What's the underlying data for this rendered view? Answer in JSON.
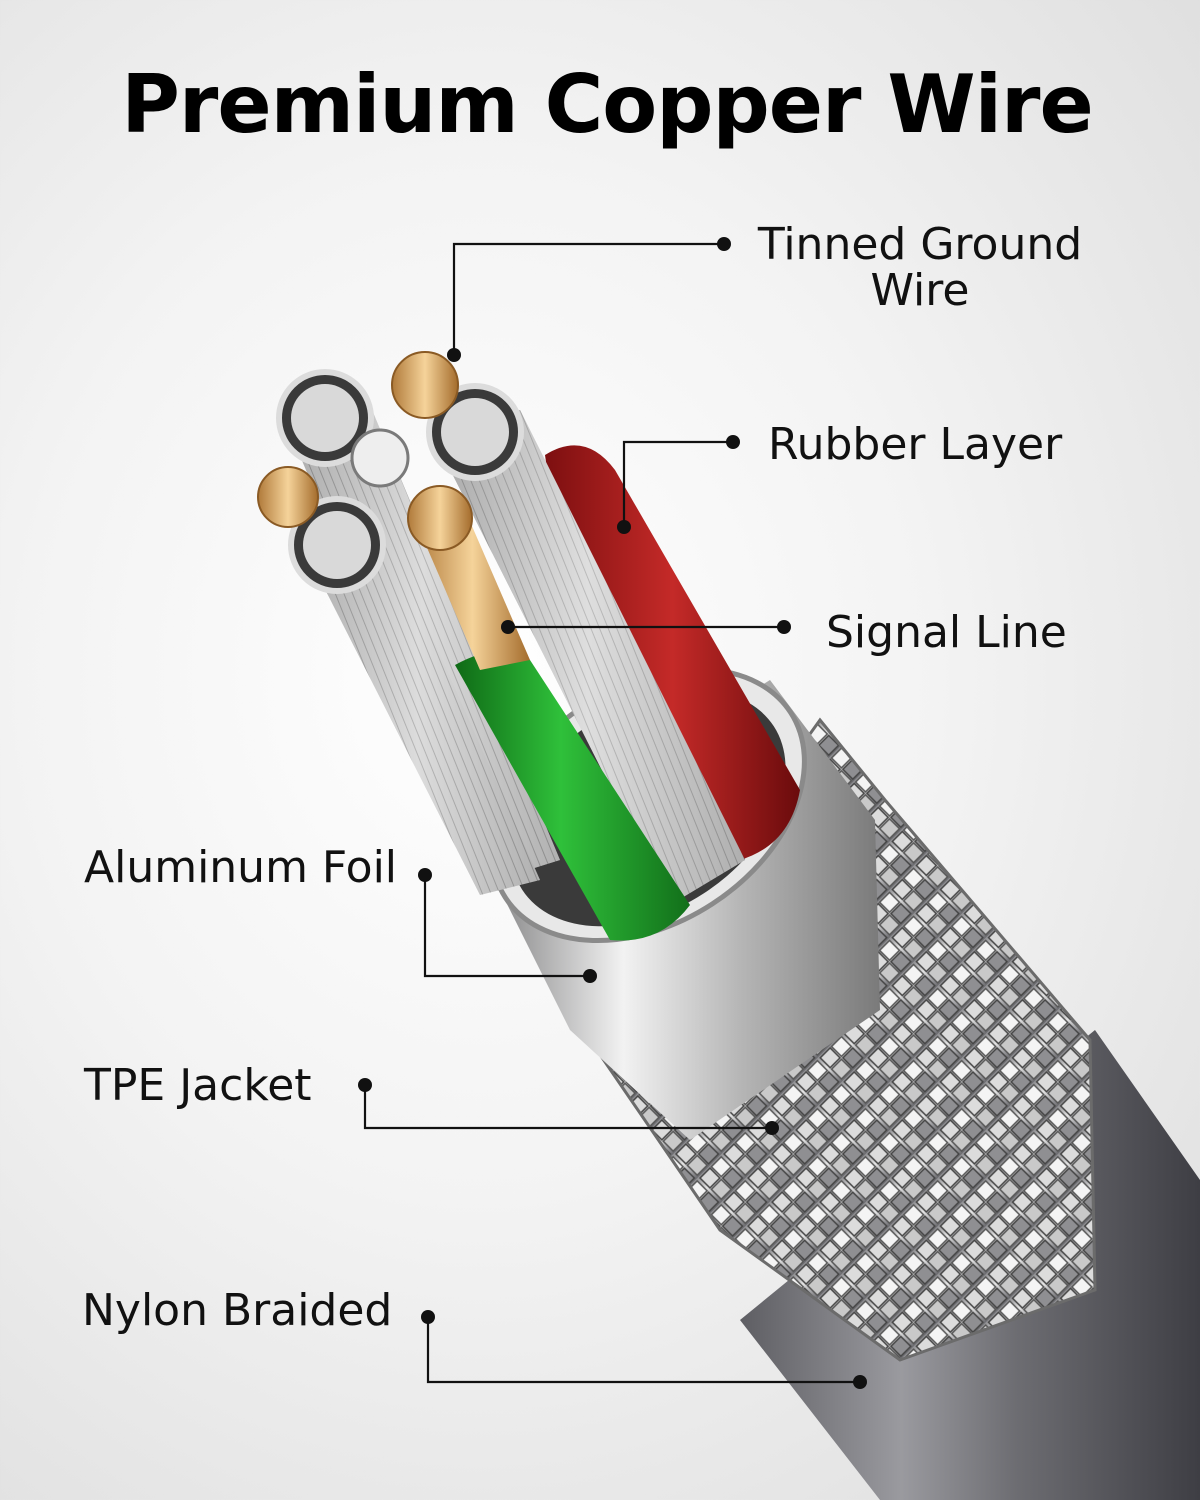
{
  "title": "Premium Copper Wire",
  "labels": {
    "tinned_ground_wire_line1": "Tinned Ground",
    "tinned_ground_wire_line2": "Wire",
    "rubber_layer": "Rubber Layer",
    "signal_line": "Signal Line",
    "aluminum_foil": "Aluminum Foil",
    "tpe_jacket": "TPE Jacket",
    "nylon_braided": "Nylon Braided"
  },
  "colors": {
    "background": "#f3f3f3",
    "text": "#111111",
    "leader_line": "#111111",
    "copper": "#e3b77a",
    "tinned": "#c9c9c9",
    "red_core": "#b02020",
    "green_core": "#1f9a2a",
    "braid": "#b8b8b8",
    "outer_jacket": "#8a8a8a"
  }
}
